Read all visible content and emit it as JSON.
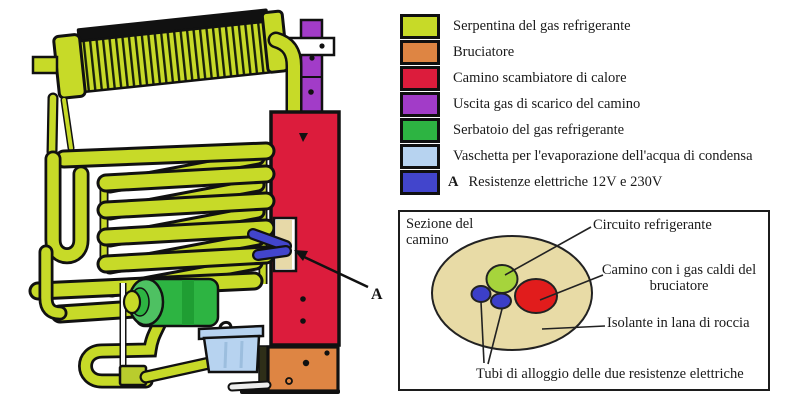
{
  "figure": {
    "type": "absorption-refrigerator-diagram"
  },
  "legend": {
    "items": [
      {
        "label": "Serpentina del gas refrigerante",
        "color": "#c7da28"
      },
      {
        "label": "Bruciatore",
        "color": "#de8543"
      },
      {
        "label": "Camino scambiatore di calore",
        "color": "#dc1c3c"
      },
      {
        "label": "Uscita gas di scarico del camino",
        "color": "#a23cc8"
      },
      {
        "label": "Serbatoio del gas refrigerante",
        "color": "#2db442"
      },
      {
        "label": "Vaschetta per l'evaporazione dell'acqua di condensa",
        "color": "#b7d3f0"
      },
      {
        "label": "Resistenze elettriche 12V e 230V",
        "color": "#4245cc",
        "prefix": "A"
      }
    ]
  },
  "diagram": {
    "marker_label": "A"
  },
  "detail_box": {
    "title": "Sezione del camino",
    "labels": {
      "circuito": "Circuito refrigerante",
      "camino": "Camino con i gas caldi del bruciatore",
      "isolante": "Isolante in lana di roccia",
      "tubi": "Tubi di alloggio delle due resistenze elettriche"
    },
    "colors": {
      "insulation": "#e8dba6",
      "refrigerant_circuit": "#a6d43c",
      "hot_gas": "#e11c1c",
      "resistance_tubes": "#3c3fc8"
    }
  }
}
